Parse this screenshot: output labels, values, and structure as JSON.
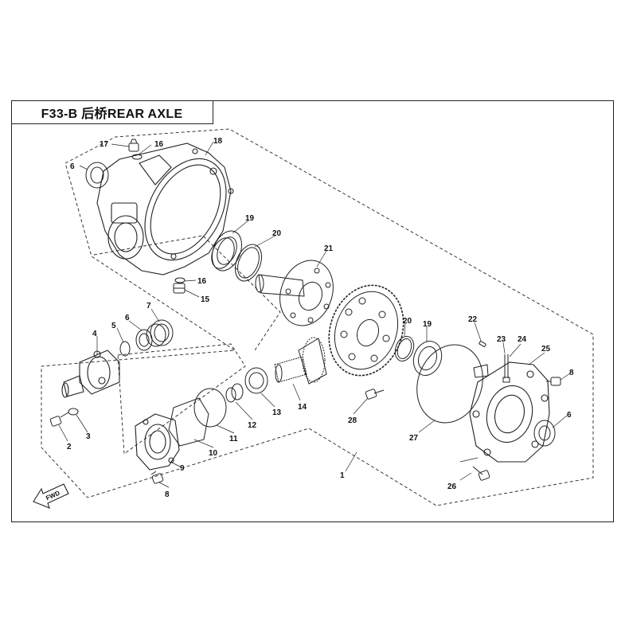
{
  "header": {
    "title": "F33-B 后桥REAR  AXLE"
  },
  "fwd_label": "FWD",
  "callouts": [
    {
      "id": "c17",
      "text": "17"
    },
    {
      "id": "c16a",
      "text": "16"
    },
    {
      "id": "c18",
      "text": "18"
    },
    {
      "id": "c6a",
      "text": "6"
    },
    {
      "id": "c19a",
      "text": "19"
    },
    {
      "id": "c20a",
      "text": "20"
    },
    {
      "id": "c21",
      "text": "21"
    },
    {
      "id": "c16b",
      "text": "16"
    },
    {
      "id": "c15",
      "text": "15"
    },
    {
      "id": "c7",
      "text": "7"
    },
    {
      "id": "c6b",
      "text": "6"
    },
    {
      "id": "c5",
      "text": "5"
    },
    {
      "id": "c4",
      "text": "4"
    },
    {
      "id": "c20b",
      "text": "20"
    },
    {
      "id": "c19b",
      "text": "19"
    },
    {
      "id": "c22",
      "text": "22"
    },
    {
      "id": "c23",
      "text": "23"
    },
    {
      "id": "c24",
      "text": "24"
    },
    {
      "id": "c25",
      "text": "25"
    },
    {
      "id": "c8a",
      "text": "8"
    },
    {
      "id": "c14",
      "text": "14"
    },
    {
      "id": "c13",
      "text": "13"
    },
    {
      "id": "c12",
      "text": "12"
    },
    {
      "id": "c11",
      "text": "11"
    },
    {
      "id": "c10",
      "text": "10"
    },
    {
      "id": "c9",
      "text": "9"
    },
    {
      "id": "c8b",
      "text": "8"
    },
    {
      "id": "c28",
      "text": "28"
    },
    {
      "id": "c27",
      "text": "27"
    },
    {
      "id": "c6c",
      "text": "6"
    },
    {
      "id": "c1",
      "text": "1"
    },
    {
      "id": "c26",
      "text": "26"
    },
    {
      "id": "c2",
      "text": "2"
    },
    {
      "id": "c3",
      "text": "3"
    }
  ]
}
